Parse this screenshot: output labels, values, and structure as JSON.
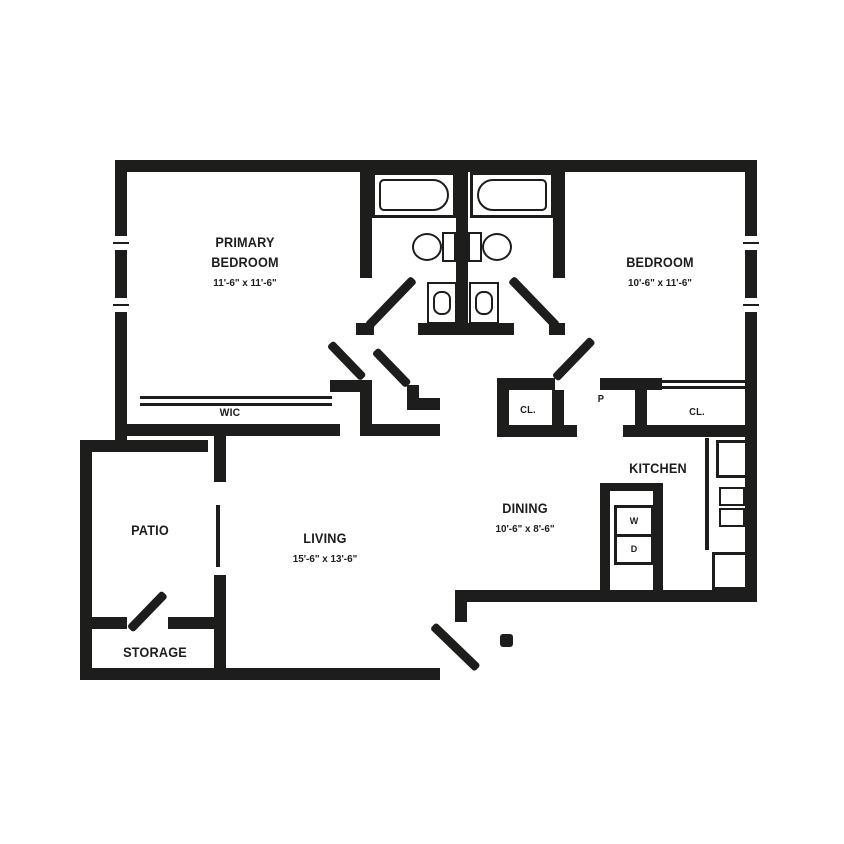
{
  "colors": {
    "ink": "#1d1d1b",
    "background": "#ffffff"
  },
  "rooms": {
    "primary_bedroom": {
      "line1": "PRIMARY",
      "line2": "BEDROOM",
      "dims": "11'-6\" x 11'-6\""
    },
    "bedroom": {
      "name": "BEDROOM",
      "dims": "10'-6\" x 11'-6\""
    },
    "living": {
      "name": "LIVING",
      "dims": "15'-6\" x 13'-6\""
    },
    "dining": {
      "name": "DINING",
      "dims": "10'-6\" x 8'-6\""
    },
    "kitchen": {
      "name": "KITCHEN"
    },
    "patio": {
      "name": "PATIO"
    },
    "storage": {
      "name": "STORAGE"
    },
    "wic": {
      "name": "WIC"
    },
    "closet_left": {
      "name": "CL."
    },
    "pantry": {
      "name": "P"
    },
    "closet_right": {
      "name": "CL."
    },
    "washer_dryer": {
      "washer": "W",
      "dryer": "D"
    }
  }
}
